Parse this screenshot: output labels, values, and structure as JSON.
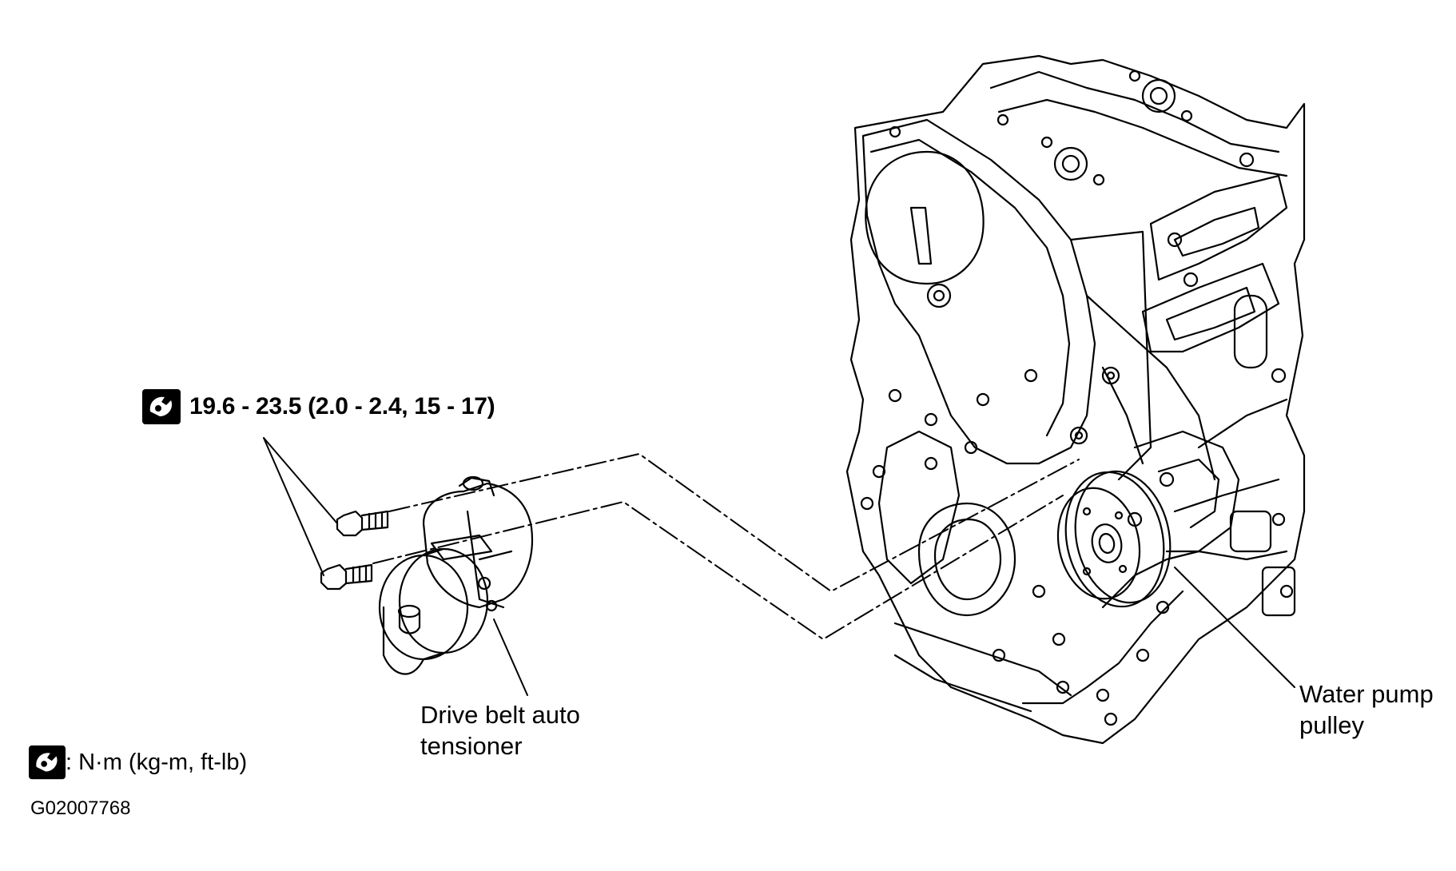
{
  "torque_spec": "19.6 - 23.5 (2.0 - 2.4, 15 - 17)",
  "labels": {
    "tensioner_line1": "Drive belt auto",
    "tensioner_line2": "tensioner",
    "pump_line1": "Water pump",
    "pump_line2": "pulley"
  },
  "legend": {
    "units": ": N·m  (kg-m,  ft-lb)"
  },
  "figure_code": "G02007768",
  "icons": {
    "torque": "torque-wrench-icon"
  }
}
